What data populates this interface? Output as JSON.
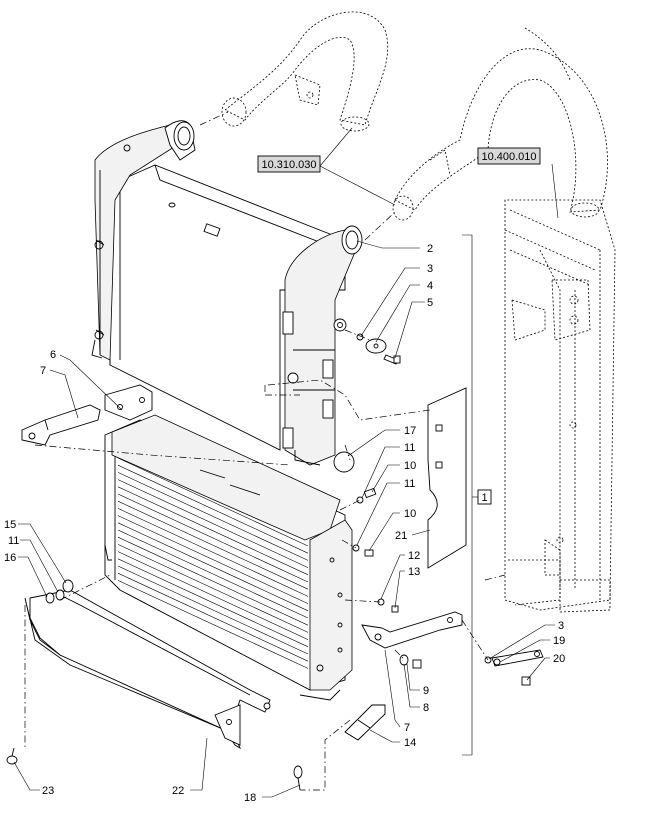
{
  "diagram": {
    "references": [
      {
        "id": "ref-10-310-030",
        "text": "10.310.030"
      },
      {
        "id": "ref-10-400-010",
        "text": "10.400.010"
      },
      {
        "id": "ref-1",
        "text": "1"
      }
    ],
    "callouts": [
      "2",
      "3",
      "4",
      "5",
      "6",
      "7",
      "17",
      "11",
      "10",
      "11",
      "10",
      "15",
      "11",
      "16",
      "21",
      "12",
      "13",
      "3",
      "19",
      "20",
      "9",
      "8",
      "7",
      "14",
      "22",
      "23",
      "18"
    ]
  }
}
